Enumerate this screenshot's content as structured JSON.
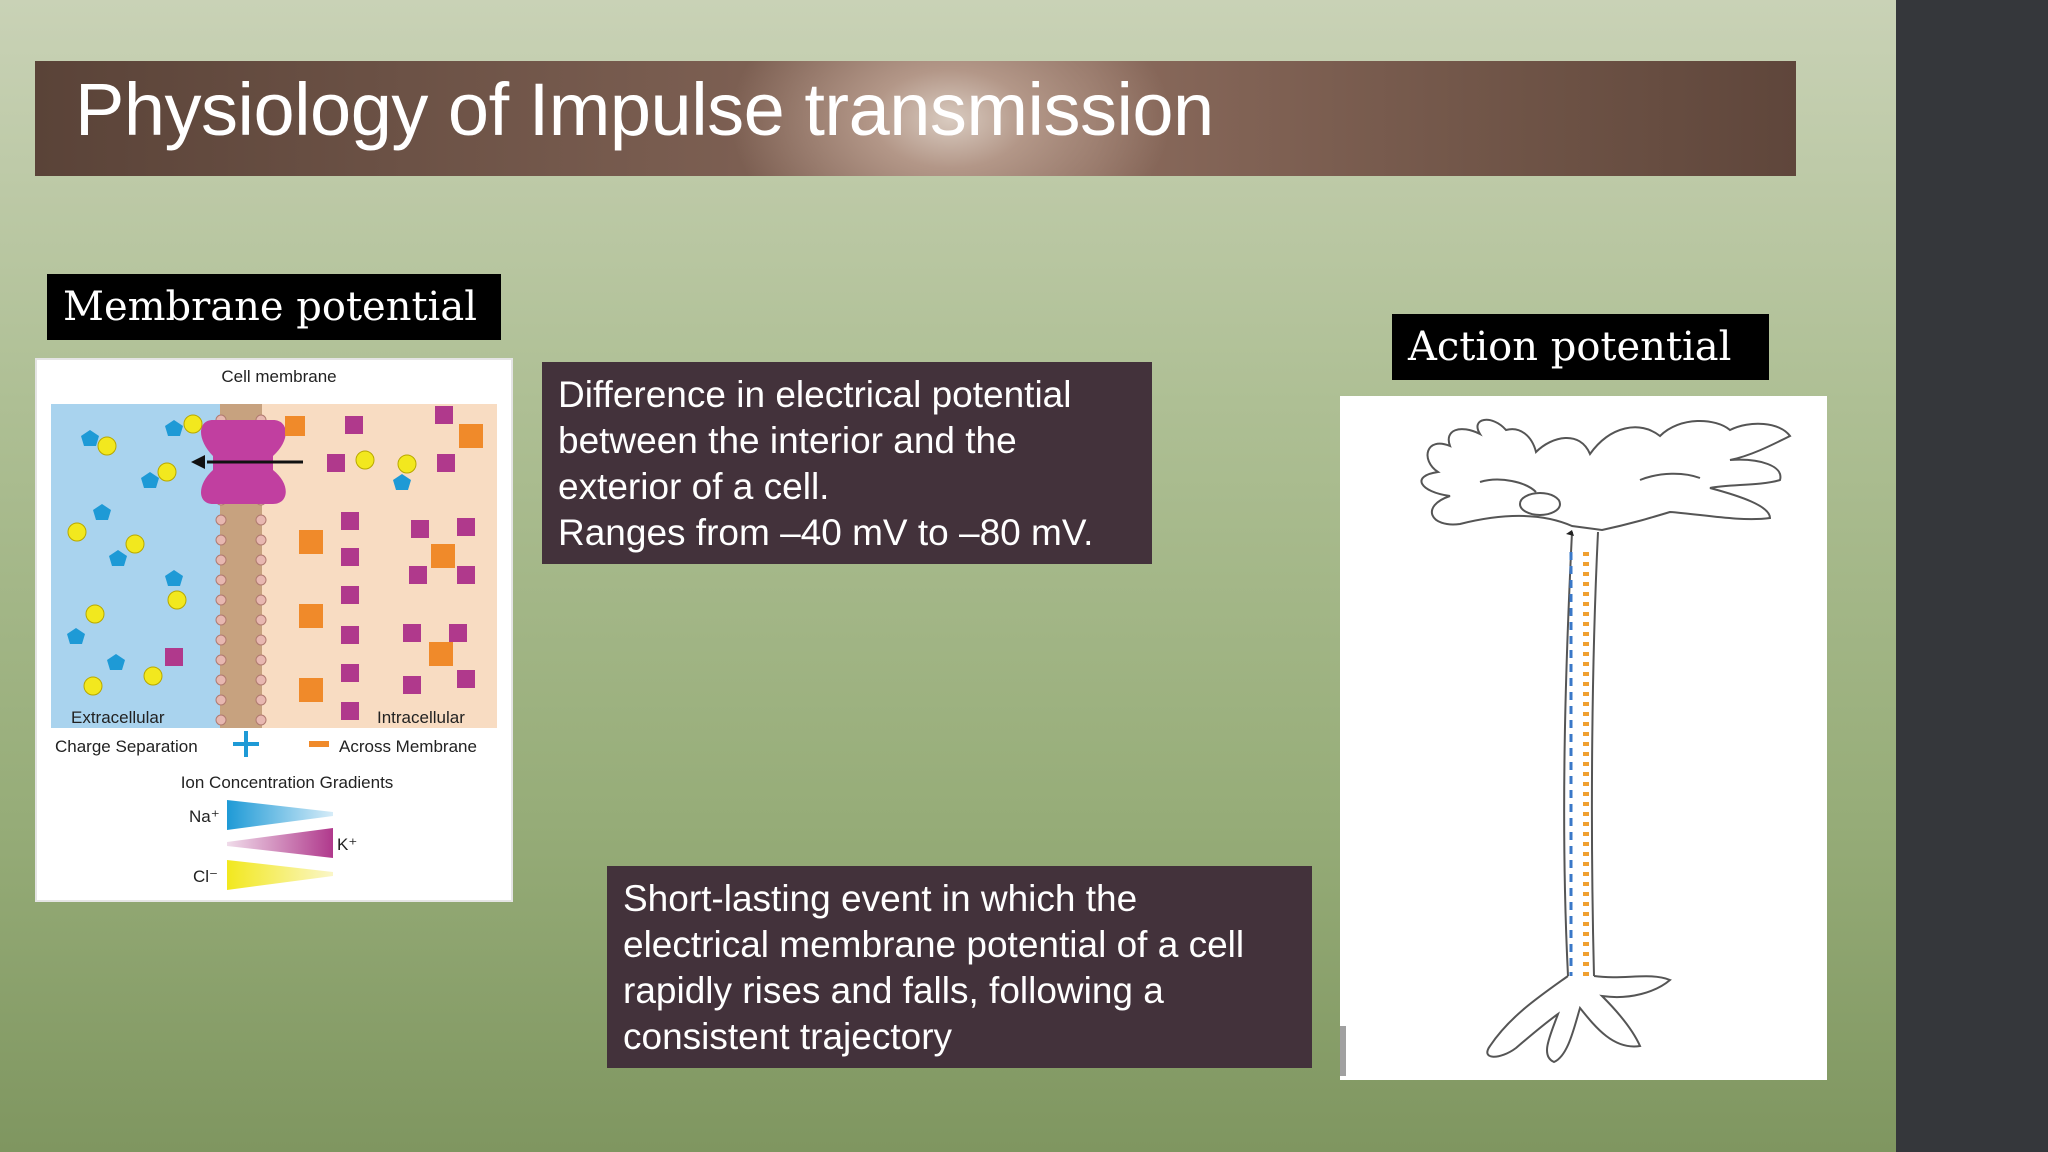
{
  "slide": {
    "title": "Physiology of Impulse transmission",
    "membrane_label": "Membrane potential",
    "action_label": "Action potential",
    "membrane_text": [
      "Difference in electrical potential",
      "between the interior and the",
      "exterior of a cell.",
      "Ranges from –40 mV to –80 mV."
    ],
    "action_text": [
      "Short-lasting event in which the",
      "electrical membrane potential of a cell",
      "rapidly rises and falls, following a",
      "consistent trajectory"
    ]
  },
  "membrane_figure": {
    "cell_membrane": "Cell membrane",
    "extracellular": "Extracellular",
    "intracellular": "Intracellular",
    "charge_separation": "Charge Separation",
    "across_membrane": "Across Membrane",
    "gradients_title": "Ion Concentration Gradients",
    "ion_na": "Na⁺",
    "ion_k": "K⁺",
    "ion_cl": "Cl⁻"
  },
  "colors": {
    "text_box_bg": "#43323b",
    "label_bg": "#000000",
    "na_color": "#1e9ad6",
    "k_color": "#b0398c",
    "cl_color": "#f2e81e",
    "anion_color": "#f08a2a"
  }
}
